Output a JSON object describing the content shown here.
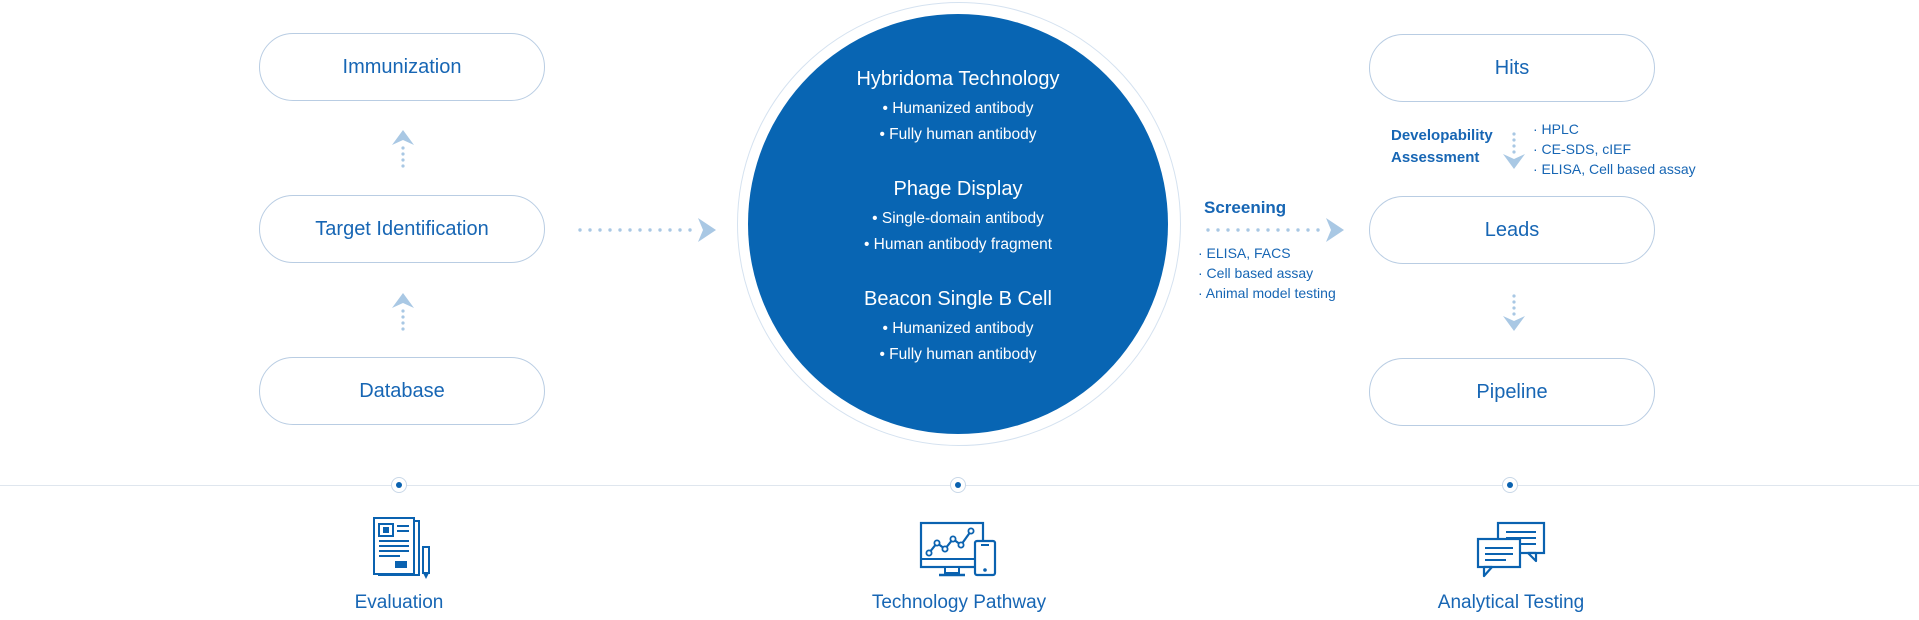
{
  "left_column": {
    "immunization": "Immunization",
    "target_identification": "Target Identification",
    "database": "Database"
  },
  "center": {
    "hybridoma": {
      "title": "Hybridoma Technology",
      "items": [
        "• Humanized antibody",
        "• Fully human antibody"
      ]
    },
    "phage": {
      "title": "Phage Display",
      "items": [
        "• Single-domain antibody",
        "• Human antibody fragment"
      ]
    },
    "beacon": {
      "title": "Beacon Single B Cell",
      "items": [
        "• Humanized antibody",
        "• Fully human antibody"
      ]
    }
  },
  "screening": {
    "label": "Screening",
    "items": [
      "· ELISA, FACS",
      "· Cell based assay",
      "· Animal model testing"
    ]
  },
  "developability": {
    "label_line1": "Developability",
    "label_line2": "Assessment",
    "items": [
      "· HPLC",
      "· CE-SDS, cIEF",
      "· ELISA, Cell based assay"
    ]
  },
  "right_column": {
    "hits": "Hits",
    "leads": "Leads",
    "pipeline": "Pipeline"
  },
  "bottom": {
    "evaluation": "Evaluation",
    "technology_pathway": "Technology Pathway",
    "analytical_testing": "Analytical Testing"
  },
  "colors": {
    "primary": "#0865b3",
    "border": "#b9cde3",
    "arrow": "#a9c8e4"
  }
}
